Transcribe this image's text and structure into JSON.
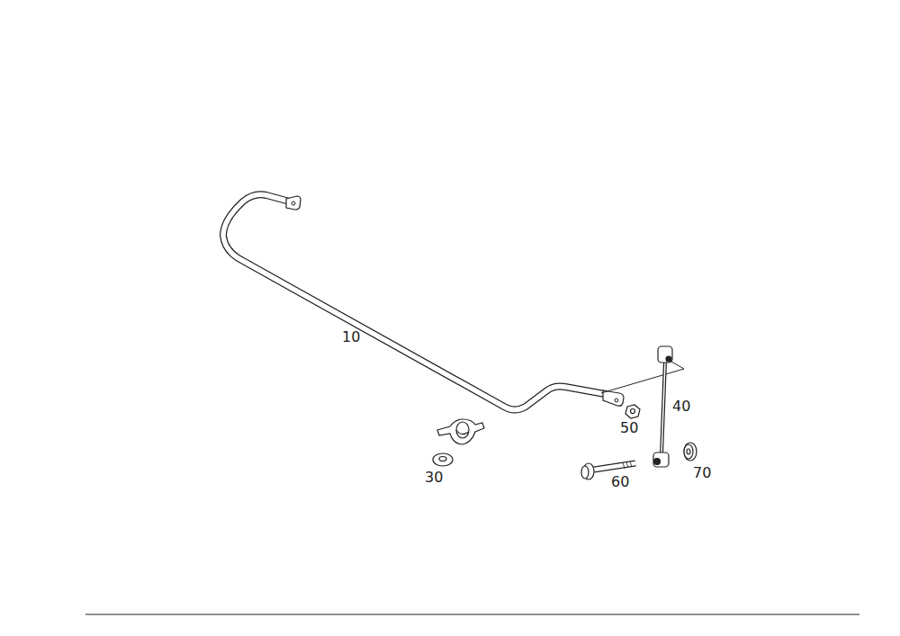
{
  "diagram": {
    "labels": [
      "10",
      "30",
      "40",
      "50",
      "60",
      "70"
    ]
  }
}
